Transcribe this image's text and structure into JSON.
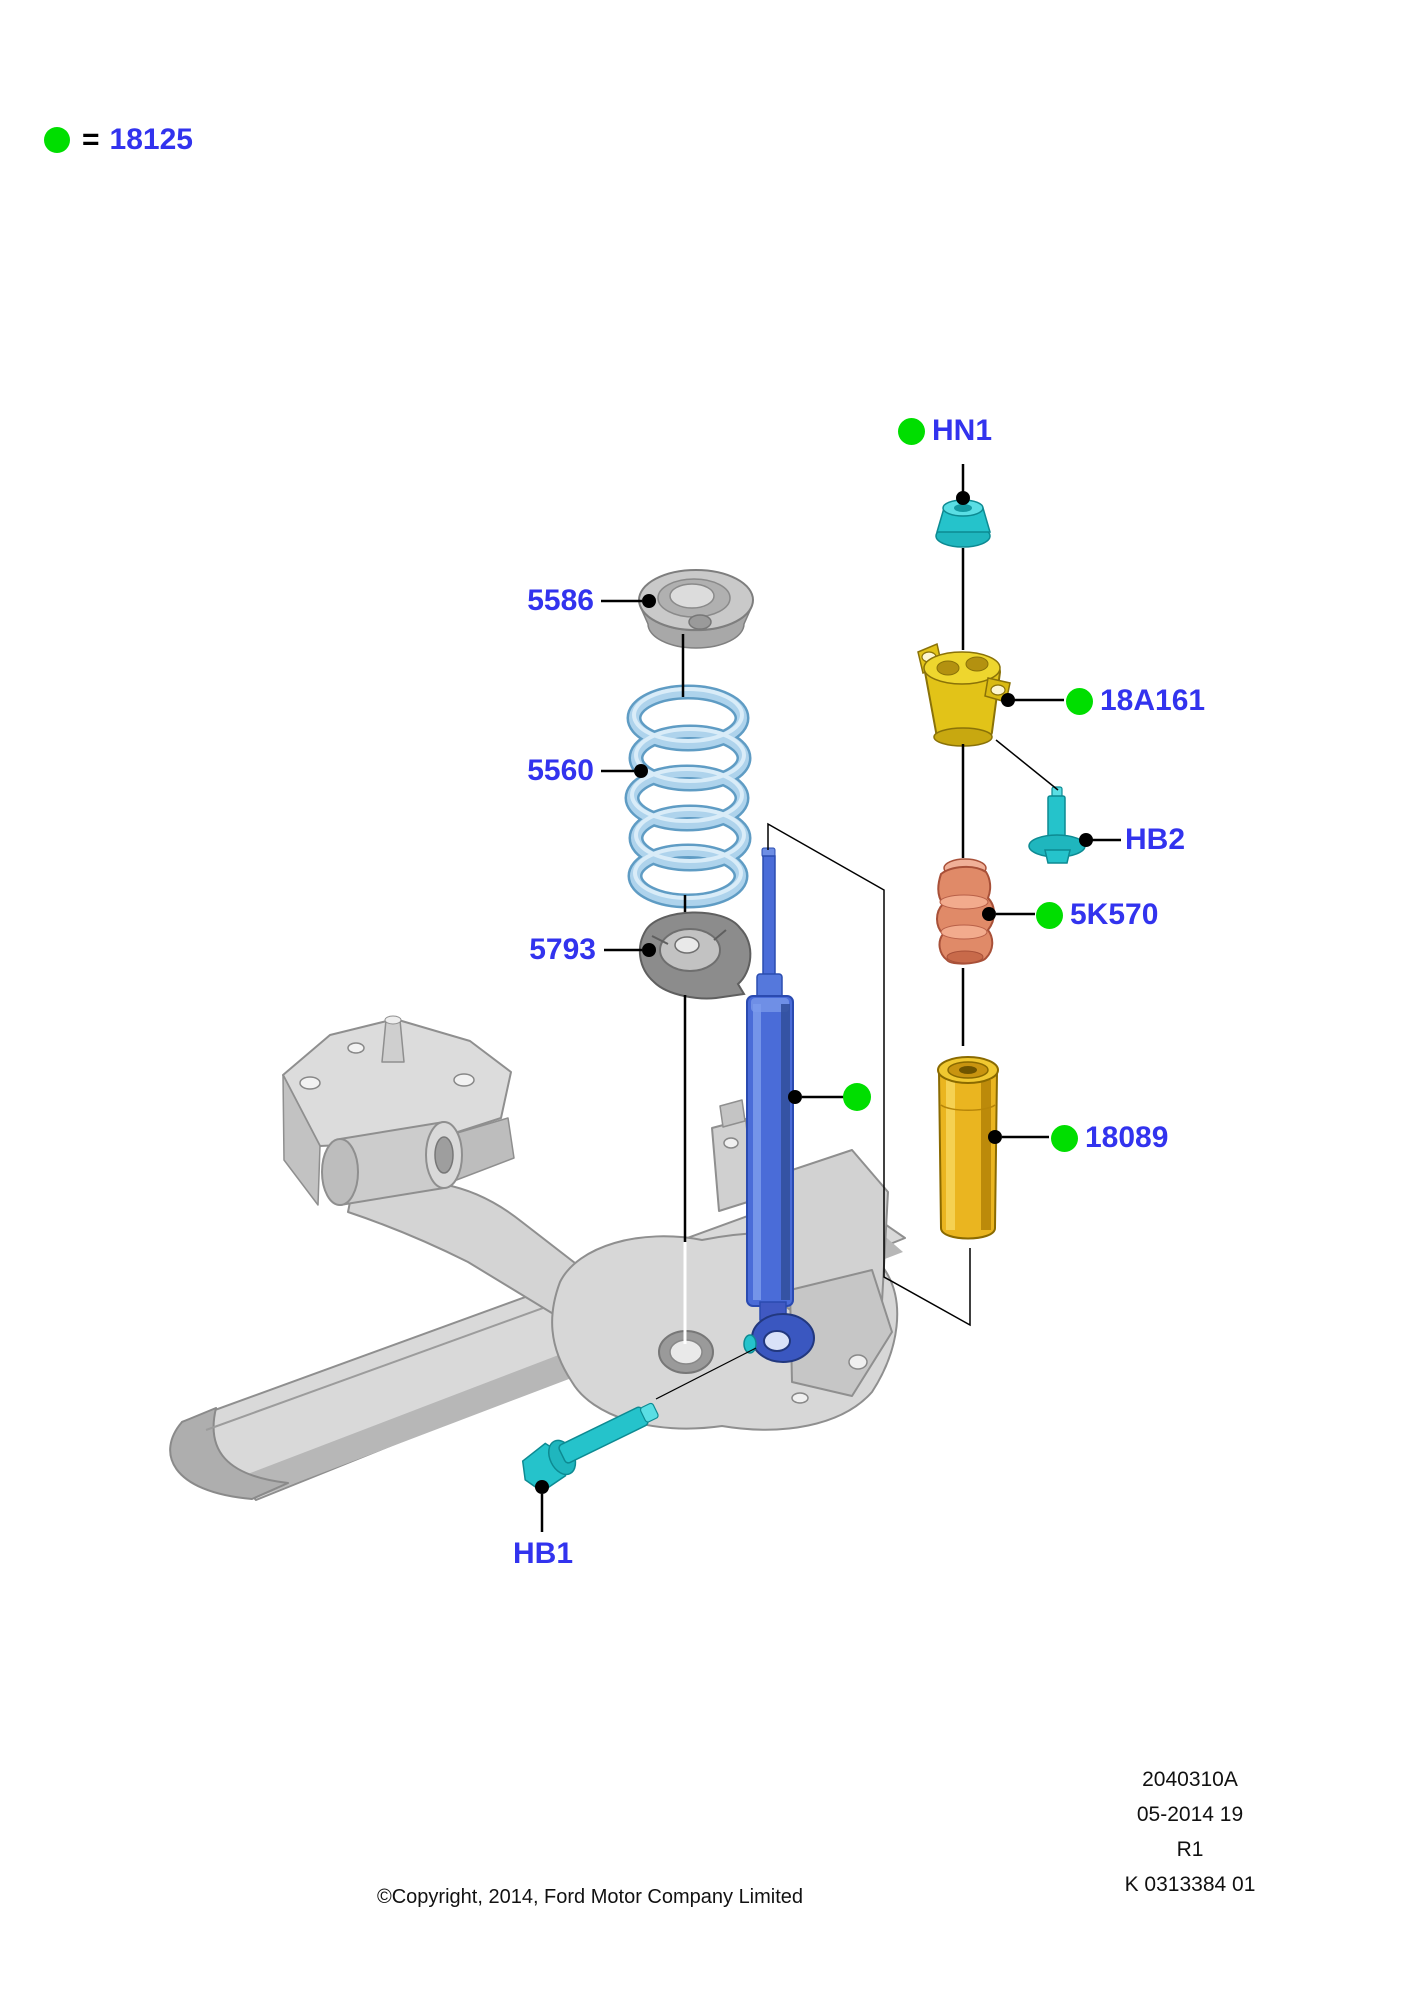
{
  "legend": {
    "equals": "=",
    "code": "18125"
  },
  "parts": {
    "hn1": {
      "label": "HN1",
      "marker": "green-dot"
    },
    "p5586": {
      "label": "5586"
    },
    "p18a161": {
      "label": "18A161",
      "marker": "green-dot"
    },
    "p5560": {
      "label": "5560"
    },
    "hb2": {
      "label": "HB2"
    },
    "p5k570": {
      "label": "5K570",
      "marker": "green-dot"
    },
    "p5793": {
      "label": "5793"
    },
    "p18089": {
      "label": "18089",
      "marker": "green-dot"
    },
    "hb1": {
      "label": "HB1"
    },
    "shock": {
      "marker": "green-dot"
    }
  },
  "footer": {
    "doc": "2040310A",
    "date": "05-2014 19",
    "rev": "R1",
    "code": "K 0313384 01",
    "copyright": "©Copyright, 2014, Ford Motor Company Limited"
  },
  "colors": {
    "marker_green": "#00DE00",
    "label_blue": "#3233EE",
    "shock_blue": "#4A6CD8",
    "spring_light_blue": "#AED3EC",
    "hardware_cyan": "#25C3CB",
    "top_mount_yellow": "#E2C318",
    "bump_stop_salmon": "#E08A68",
    "dust_cover_gold": "#EAB520",
    "axle_gray": "#D8D8D8"
  }
}
